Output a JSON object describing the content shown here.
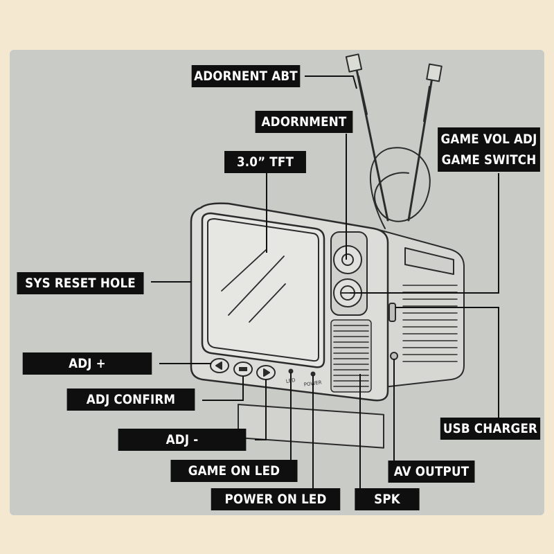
{
  "labels": {
    "adornent_abt": "ADORNENT ABT",
    "adornment": "ADORNMENT",
    "tft": "3.0” TFT",
    "game_vol_adj": "GAME VOL ADJ",
    "game_switch": "GAME SWITCH",
    "sys_reset_hole": "SYS RESET HOLE",
    "adj_plus": "ADJ +",
    "adj_confirm": "ADJ CONFIRM",
    "adj_minus": "ADJ -",
    "game_on_led": "GAME ON LED",
    "power_on_led": "POWER ON LED",
    "usb_charger": "USB CHARGER",
    "av_output": "AV OUTPUT",
    "spk": "SPK"
  },
  "device_markings": {
    "led_mark": "LED",
    "power_mark": "POWER"
  }
}
